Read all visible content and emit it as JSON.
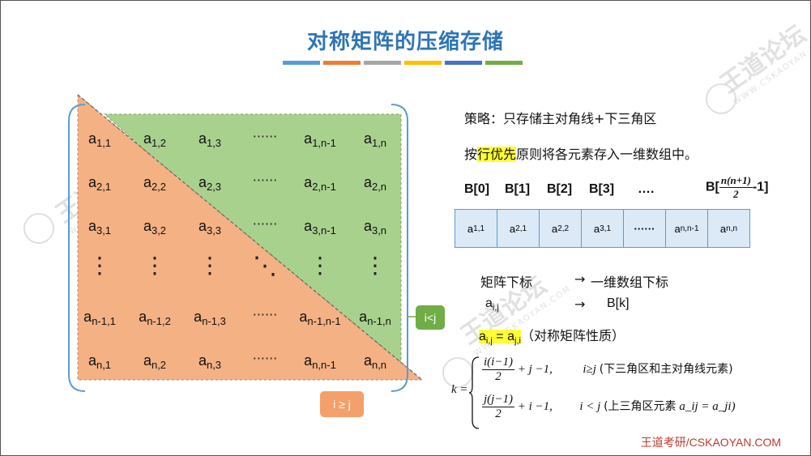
{
  "title": "对称矩阵的压缩存储",
  "colors": {
    "title": "#2e74b5",
    "upper": "#a9d18e",
    "lower": "#f4b183",
    "array_fill": "#dce9f7",
    "array_border": "#5b9bd5",
    "highlight": "#ffff33",
    "tag_green": "#70ad47",
    "tag_orange": "#f4a06b"
  },
  "color_bars": [
    "#5b9bd5",
    "#ed7d31",
    "#a5a5a5",
    "#ffc000",
    "#4472c4",
    "#70ad47"
  ],
  "matrix": {
    "rows": [
      [
        {
          "b": "a",
          "s": "1,1"
        },
        {
          "b": "a",
          "s": "1,2"
        },
        {
          "b": "a",
          "s": "1,3"
        },
        {
          "e": "······"
        },
        {
          "b": "a",
          "s": "1,n-1"
        },
        {
          "b": "a",
          "s": "1,n"
        }
      ],
      [
        {
          "b": "a",
          "s": "2,1"
        },
        {
          "b": "a",
          "s": "2,2"
        },
        {
          "b": "a",
          "s": "2,3"
        },
        {
          "e": "······"
        },
        {
          "b": "a",
          "s": "2,n-1"
        },
        {
          "b": "a",
          "s": "2,n"
        }
      ],
      [
        {
          "b": "a",
          "s": "3,1"
        },
        {
          "b": "a",
          "s": "3,2"
        },
        {
          "b": "a",
          "s": "3,3"
        },
        {
          "e": "······"
        },
        {
          "b": "a",
          "s": "3,n-1"
        },
        {
          "b": "a",
          "s": "3,n"
        }
      ],
      [
        {
          "v": "⋮"
        },
        {
          "v": "⋮"
        },
        {
          "v": "⋮"
        },
        {
          "d": "⋱"
        },
        {
          "v": "⋮"
        },
        {
          "v": "⋮"
        }
      ],
      [
        {
          "b": "a",
          "s": "n-1,1"
        },
        {
          "b": "a",
          "s": "n-1,2"
        },
        {
          "b": "a",
          "s": "n-1,3"
        },
        {
          "e": "······"
        },
        {
          "b": "a",
          "s": "n-1,n-1"
        },
        {
          "b": "a",
          "s": "n-1,n"
        }
      ],
      [
        {
          "b": "a",
          "s": "n,1"
        },
        {
          "b": "a",
          "s": "n,2"
        },
        {
          "b": "a",
          "s": "n,3"
        },
        {
          "e": "······"
        },
        {
          "b": "a",
          "s": "n,n-1"
        },
        {
          "b": "a",
          "s": "n,n"
        }
      ]
    ]
  },
  "tags": {
    "upper": "i<j",
    "lower": "i ≥ j"
  },
  "strategy": "策略：只存储主对角线+下三角区",
  "principle": {
    "pre": "按",
    "highlight": "行优先",
    "post": "原则将各元素存入一维数组中。"
  },
  "b_labels": [
    "B[0]",
    "B[1]",
    "B[2]",
    "B[3]",
    "…."
  ],
  "b_last": {
    "pre": "B[",
    "num": "n(n+1)",
    "den": "2",
    "post": "-1]"
  },
  "array_cells": [
    {
      "b": "a",
      "s": "1,1"
    },
    {
      "b": "a",
      "s": "2,1"
    },
    {
      "b": "a",
      "s": "2,2"
    },
    {
      "b": "a",
      "s": "3,1"
    },
    {
      "t": "······"
    },
    {
      "b": "a",
      "s": "n,n-1"
    },
    {
      "b": "a",
      "s": "n,n"
    }
  ],
  "mapping": {
    "left": "矩阵下标",
    "arrow": "→",
    "right": "一维数组下标",
    "elem": "a",
    "elem_sub": "i,j",
    "target": "B[k]"
  },
  "symmetric": {
    "a1": "a",
    "s1": "i,j",
    "eq": " = ",
    "a2": "a",
    "s2": "j,i",
    "note": "（对称矩阵性质）"
  },
  "formula": {
    "k": "k =",
    "case1_num": "i(i−1)",
    "case1_den": "2",
    "case1_rest": "+ j −1,",
    "case1_cond": "i≥j",
    "case1_note": "(下三角区和主对角线元素)",
    "case2_num": "j(j−1)",
    "case2_den": "2",
    "case2_rest": "+ i −1,",
    "case2_cond": "i < j",
    "case2_note": "(上三角区元素",
    "case2_eq": "a_ij = a_ji)"
  },
  "watermark": {
    "brand": "王道论坛",
    "site": "WWW.CSKAOYAN.COM"
  },
  "footer": "王道考研/CSKAOYAN.COM"
}
